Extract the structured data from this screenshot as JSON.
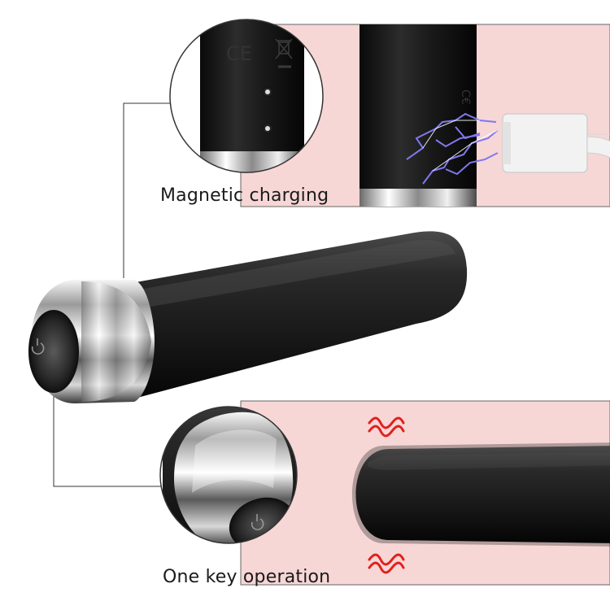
{
  "features": {
    "magnetic_charging": {
      "label": "Magnetic charging"
    },
    "one_key_operation": {
      "label": "One key operation"
    }
  },
  "markings": {
    "ce": "CE"
  },
  "colors": {
    "panel_bg": "#f7d6d6",
    "device_body": "#1b1b1b",
    "chrome": "#cfcfcf",
    "vibration_accent": "#e0201b",
    "spark": "#8a86e8",
    "cable": "#f2f2f2"
  },
  "icons": [
    "power-icon",
    "ce-mark-icon",
    "weee-bin-icon",
    "vibration-wave-icon",
    "electric-spark-icon",
    "usb-plug-icon"
  ]
}
